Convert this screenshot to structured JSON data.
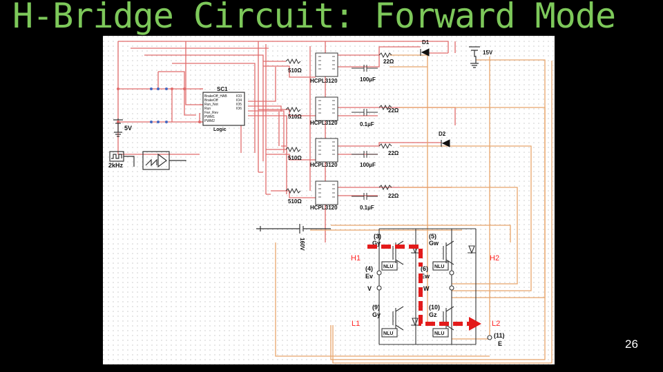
{
  "slide": {
    "title": "H-Bridge Circuit: Forward Mode",
    "page_number": "26",
    "colors": {
      "background": "#000000",
      "title": "#7dc85a",
      "schematic_bg": "#ffffff",
      "grid_dot": "#c9c9c9",
      "wire_red": "#e06a6a",
      "wire_orange": "#e8a56a",
      "current_path": "#e31b1b",
      "label_red": "#ff2222"
    }
  },
  "logic_block": {
    "name": "SC1",
    "label": "Logic",
    "inputs": [
      "BrakeOff_HAB",
      "BrakeOff",
      "Run_Not",
      "Run",
      "Fwr_Rev",
      "PWM1",
      "PWM2"
    ],
    "outputs": [
      "IO3",
      "IO4",
      "IO5",
      "IO6"
    ]
  },
  "sources": {
    "logic_supply": "5V",
    "gate_supply": "15V",
    "bus_supply": "160V",
    "clock": "2kHz"
  },
  "drivers": [
    {
      "chip": "HCPL3120",
      "input_resistor": "510Ω",
      "gate_resistor": "22Ω",
      "capacitor": "100µF",
      "diode": "D1"
    },
    {
      "chip": "HCPL3120",
      "input_resistor": "510Ω",
      "gate_resistor": "22Ω",
      "capacitor": "0.1µF"
    },
    {
      "chip": "HCPL3120",
      "input_resistor": "510Ω",
      "gate_resistor": "22Ω",
      "capacitor": "100µF",
      "diode": "D2"
    },
    {
      "chip": "HCPL3120",
      "input_resistor": "510Ω",
      "gate_resistor": "22Ω",
      "capacitor": "0.1µF"
    }
  ],
  "module": {
    "pins": [
      {
        "num": "(3)",
        "name": "Gy"
      },
      {
        "num": "(5)",
        "name": "Gw"
      },
      {
        "num": "(4)",
        "name": "Ev"
      },
      {
        "num": "(6)",
        "name": "Ew"
      },
      {
        "num": "(9)",
        "name": "Gy"
      },
      {
        "num": "(10)",
        "name": "Gz"
      },
      {
        "num": "(11)",
        "name": "E"
      }
    ],
    "terminal_v": "V",
    "terminal_w": "W",
    "nlu": "NLU"
  },
  "switch_labels": {
    "h1": "H1",
    "h2": "H2",
    "l1": "L1",
    "l2": "L2"
  }
}
